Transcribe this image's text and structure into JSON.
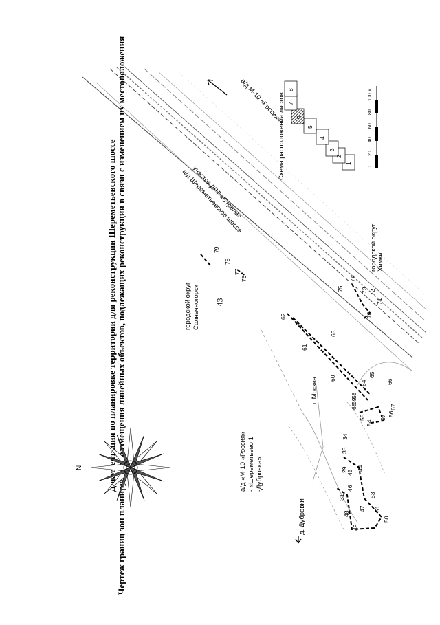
{
  "page_number": "43",
  "title_line1": "Документация по планировке территории для реконструкции Шереметьевского шоссе",
  "title_line2": "Чертеж границ зон планируемого размещения линейных объектов, подлежащих реконструкции в связи с изменением их местоположения",
  "compass_north": "N",
  "labels": {
    "road_m10": "а/д М-10 «Россия»",
    "road_sheremetyevo": "а/д Шереметьевское шоссе",
    "section_dpt": "участок ДРТ «Стрела»",
    "district_solnechnogorsk_1": "городской округ",
    "district_solnechnogorsk_2": "Солнечногорск",
    "district_khimki_1": "городской округ",
    "district_khimki_2": "Химки",
    "moscow": "г. Москва",
    "dubrovki": "д. Дубровки",
    "road_m10_sheremetyevo_1": "а/д «М-10 «Россия»",
    "road_m10_sheremetyevo_2": "- «Шереметьево 1",
    "road_m10_sheremetyevo_3": "-Дубровка»"
  },
  "sheet_scheme": {
    "title": "Схема расположения листов",
    "sheets": [
      "1",
      "2",
      "3",
      "4",
      "5",
      "6",
      "7",
      "8"
    ],
    "current_sheet": "6"
  },
  "scale_bar": {
    "ticks": [
      "0",
      "20",
      "40",
      "60",
      "80",
      "100 м"
    ]
  },
  "points": [
    "29",
    "31",
    "33",
    "34",
    "44",
    "45",
    "46",
    "47",
    "48",
    "49",
    "50",
    "51",
    "53",
    "54",
    "55",
    "56",
    "57",
    "58",
    "59",
    "60",
    "61",
    "62",
    "63",
    "64",
    "65",
    "66",
    "67",
    "68",
    "70",
    "71",
    "72",
    "73",
    "74",
    "75",
    "76",
    "77",
    "78",
    "79"
  ]
}
